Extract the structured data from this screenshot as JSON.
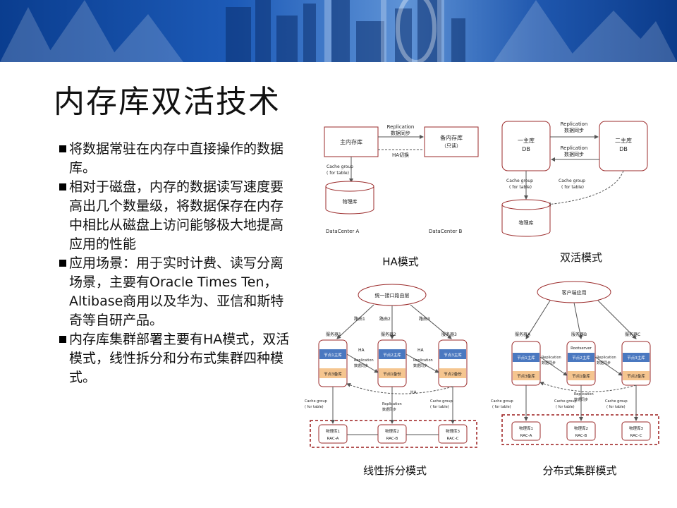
{
  "slide": {
    "title": "内存库双活技术",
    "bullets": [
      "将数据常驻在内存中直接操作的数据库。",
      "相对于磁盘，内存的数据读写速度要高出几个数量级，将数据保存在内存中相比从磁盘上访问能够极大地提高应用的性能",
      "应用场景：用于实时计费、读写分离场景，主要有Oracle Times Ten，Altibase商用以及华为、亚信和斯特奇等自研产品。",
      "内存库集群部署主要有HA模式，双活模式，线性拆分和分布式集群四种模式。"
    ]
  },
  "diagrams": {
    "ha": {
      "caption": "HA模式",
      "main": "主内存库",
      "standby": "备内存库",
      "standby_sub": "（只读）",
      "replication": "Replication",
      "sync": "数据同步",
      "ha_switch": "HA切换",
      "cache_group": "Cache group",
      "for_table": "( for table)",
      "db": "物理库",
      "dc_a": "DataCenter A",
      "dc_b": "DataCenter B"
    },
    "active": {
      "caption": "双活模式",
      "node1": "一主库",
      "node2": "二主库",
      "db_label": "DB",
      "replication": "Replication",
      "sync": "数据同步",
      "cache_group": "Cache group",
      "for_table": "( for table)",
      "db": "物理库"
    },
    "linear": {
      "caption": "线性拆分模式",
      "router": "统一接口路由层",
      "routes": [
        "路由1",
        "路由2",
        "路由3"
      ],
      "groups": [
        "服务器1",
        "服务器2",
        "服务器3"
      ],
      "primary": [
        "节点1主库",
        "节点2主库",
        "节点3主库"
      ],
      "backup": [
        "节点3备库",
        "节点1备份",
        "节点2备份"
      ],
      "ha": "HA",
      "replication": "Replication",
      "sync": "数据同步",
      "cache_group": "Cache group",
      "for_table": "( for table)",
      "dbs": [
        "物理库1",
        "物理库2",
        "物理库3"
      ],
      "racs": [
        "RAC-A",
        "RAC-B",
        "RAC-C"
      ]
    },
    "distributed": {
      "caption": "分布式集群模式",
      "client": "客户端应用",
      "servers": [
        "服务器A",
        "服务器B",
        "服务器C"
      ],
      "rootserver": "Rootserver",
      "primary": [
        "节点1主库",
        "节点2主库",
        "节点3主库"
      ],
      "backup": [
        "节点3备库",
        "节点1备库",
        "节点2备库"
      ],
      "replication": "Replication",
      "sync": "数据同步",
      "cache_group": "Cache group",
      "for_table": "( for table)",
      "dbs": [
        "物理库1",
        "物理库2",
        "物理库3"
      ],
      "racs": [
        "RAC-A",
        "RAC-B",
        "RAC-C"
      ]
    }
  },
  "colors": {
    "banner": "#1a55ac",
    "node_blue": "#4a78c0",
    "node_orange": "#f5c58f",
    "frame_red": "#9b1c1c",
    "line_gray": "#6b6b6b"
  }
}
